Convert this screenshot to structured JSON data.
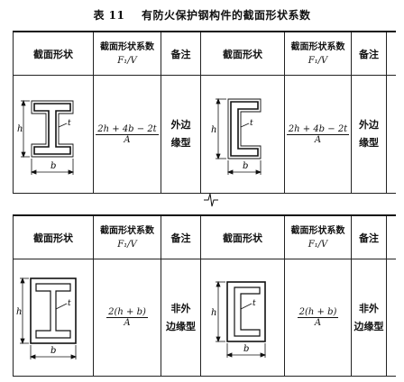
{
  "title": {
    "number": "表 11",
    "text": "有防火保护钢构件的截面形状系数"
  },
  "headers": {
    "shape": "截面形状",
    "coef": "截面形状系数",
    "coef_sub": "F₁/V",
    "note": "备注"
  },
  "top": {
    "left": {
      "formula_num": "2h + 4b − 2t",
      "formula_den": "A",
      "note_1": "外边",
      "note_2": "缘型",
      "dims": {
        "h": "h",
        "b": "b",
        "t": "t"
      }
    },
    "right": {
      "formula_num": "2h + 4b − 2t",
      "formula_den": "A",
      "note_1": "外边",
      "note_2": "缘型",
      "dims": {
        "h": "h",
        "b": "b",
        "t": "t"
      }
    }
  },
  "bottom": {
    "left": {
      "formula_num": "2(h + b)",
      "formula_den": "A",
      "note_1": "非外",
      "note_2": "边缘型",
      "dims": {
        "h": "h",
        "b": "b",
        "t": "t"
      }
    },
    "right": {
      "formula_num": "2(h + b)",
      "formula_den": "A",
      "note_1": "非外",
      "note_2": "边缘型",
      "dims": {
        "h": "h",
        "b": "b",
        "t": "t"
      }
    }
  }
}
